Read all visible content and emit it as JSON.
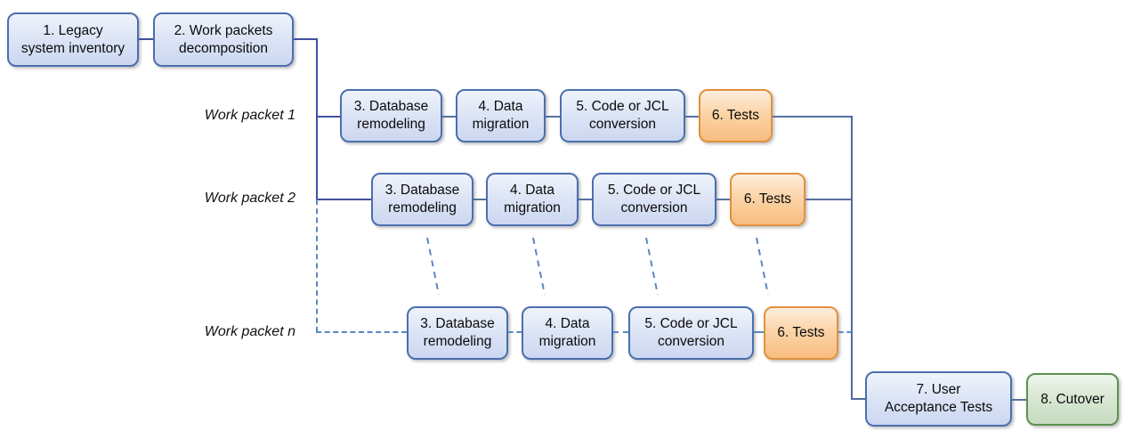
{
  "diagram": {
    "description": "Legacy system migration workflow with parallel work packets",
    "nodes": {
      "legacy": "1. Legacy\nsystem inventory",
      "decomposition": "2. Work packets\ndecomposition",
      "db_remodeling": "3. Database\nremodeling",
      "data_migration": "4. Data\nmigration",
      "code_conversion": "5. Code or JCL\nconversion",
      "tests": "6. Tests",
      "uat": "7. User\nAcceptance Tests",
      "cutover": "8. Cutover"
    },
    "row_labels": [
      "Work packet 1",
      "Work packet 2",
      "Work packet n"
    ],
    "colors": {
      "process_fill_top": "#eff3fb",
      "process_fill_bottom": "#ccd7f0",
      "process_border": "#4a6fae",
      "tests_fill_top": "#fdeedd",
      "tests_fill_bottom": "#f8bd80",
      "tests_border": "#e0913e",
      "cutover_fill_top": "#eef5ec",
      "cutover_fill_bottom": "#c6dcc0",
      "cutover_border": "#5d9150",
      "connector_solid": "#3f51a0",
      "connector_dashed": "#5b87c2",
      "text": "#0a0a0a"
    }
  }
}
